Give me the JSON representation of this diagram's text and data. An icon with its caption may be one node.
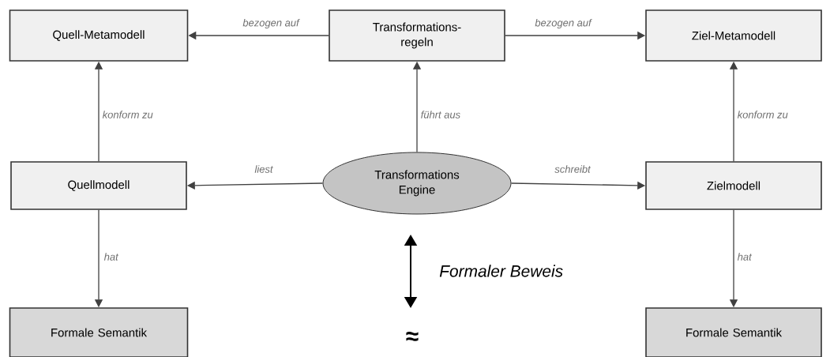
{
  "diagram": {
    "nodes": [
      {
        "text": [
          "Quell-Metamodell"
        ]
      },
      {
        "text": [
          "Transformations- regeln"
        ]
      },
      {
        "text": [
          "Ziel-Metamodell"
        ]
      },
      {
        "text": [
          "Quellmodell"
        ]
      },
      {
        "text": [
          "Transformations Engine"
        ]
      },
      {
        "text": [
          "Zielmodell"
        ]
      },
      {
        "text": [
          "Formale Semantik"
        ]
      },
      {
        "text": [
          "Formale Semantik"
        ]
      }
    ],
    "edges": [
      {
        "from": 1,
        "to": 0,
        "arrow": "to",
        "label": "bezogen auf"
      },
      {
        "from": 1,
        "to": 2,
        "arrow": "to",
        "label": "bezogen auf"
      },
      {
        "from": 3,
        "to": 0,
        "arrow": "to",
        "label": "konform zu"
      },
      {
        "from": 4,
        "to": 1,
        "arrow": "to",
        "label": "führt aus"
      },
      {
        "from": 5,
        "to": 2,
        "arrow": "to",
        "label": "konform zu"
      },
      {
        "from": 4,
        "to": 3,
        "arrow": "to",
        "label": "liest"
      },
      {
        "from": 4,
        "to": 5,
        "arrow": "to",
        "label": "schreibt"
      },
      {
        "from": 3,
        "to": 6,
        "arrow": "to",
        "label": "hat"
      },
      {
        "from": 5,
        "to": 7,
        "arrow": "to",
        "label": "hat"
      }
    ],
    "labels": [
      "Formaler Beweis",
      "≈"
    ]
  }
}
